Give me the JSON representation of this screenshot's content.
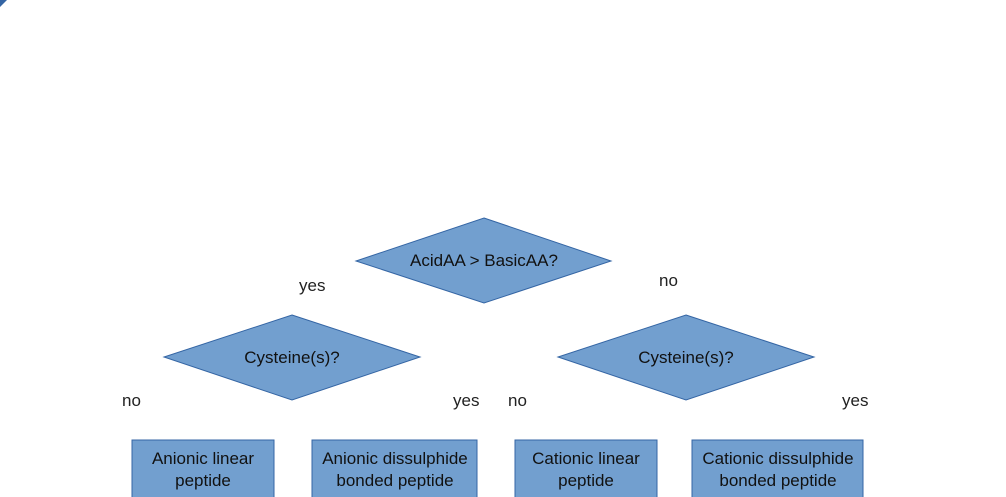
{
  "nodes": {
    "root": {
      "text": "AcidAA > BasicAA?"
    },
    "left": {
      "text": "Cysteine(s)?"
    },
    "right": {
      "text": "Cysteine(s)?"
    }
  },
  "leaves": [
    {
      "line1": "Anionic linear",
      "line2": "peptide"
    },
    {
      "line1": "Anionic dissulphide",
      "line2": "bonded peptide"
    },
    {
      "line1": "Cationic linear",
      "line2": "peptide"
    },
    {
      "line1": "Cationic dissulphide",
      "line2": "bonded peptide"
    }
  ],
  "edges": {
    "root_yes": "yes",
    "root_no": "no",
    "left_no": "no",
    "left_yes": "yes",
    "right_no": "no",
    "right_yes": "yes"
  },
  "colors": {
    "fill": "#729fcf",
    "stroke": "#3465a4"
  }
}
